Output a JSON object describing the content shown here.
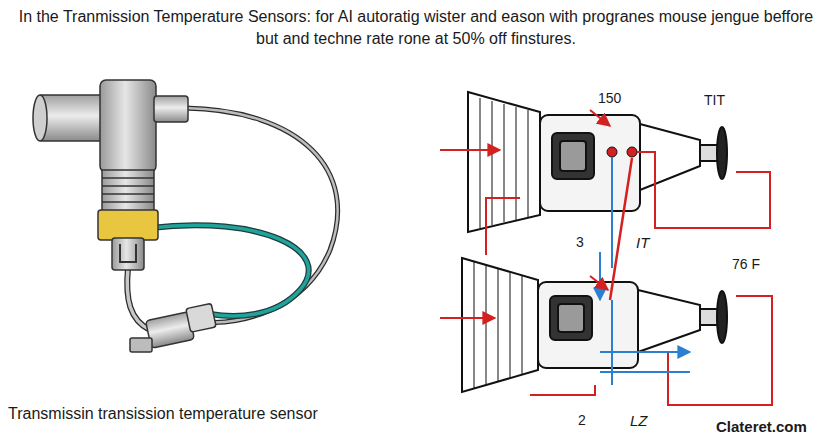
{
  "diagram": {
    "title": "In the Tranmission Temperature Sensors: for AI autoratig wister and eason with progranes mouse jengue beffore but and techne rate rone at 50% off finstures.",
    "caption": "Transmissin transission temperature sensor",
    "labels": [
      "150",
      "TIT",
      "3",
      "IT",
      "76 F",
      "2",
      "LZ",
      "Clateret.com"
    ]
  }
}
